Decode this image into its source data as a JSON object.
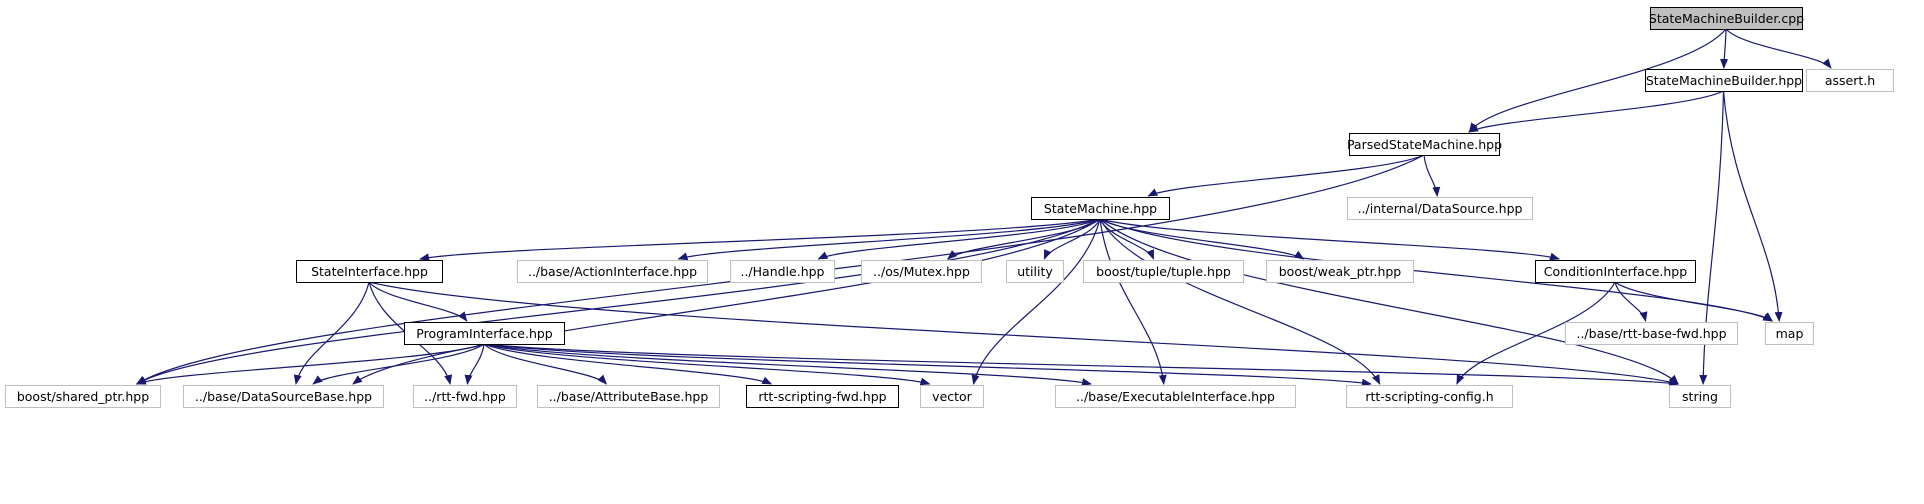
{
  "diagram": {
    "kind": "include-dependency-graph",
    "colors": {
      "edge": "#191970",
      "internal_border": "#000000",
      "external_border": "#bfbfbf",
      "root_fill": "#bfbfbf",
      "node_fill": "#ffffff"
    },
    "nodes": [
      {
        "id": "n0",
        "label": "StateMachineBuilder.cpp",
        "kind": "root"
      },
      {
        "id": "n1",
        "label": "StateMachineBuilder.hpp",
        "kind": "internal"
      },
      {
        "id": "n2",
        "label": "assert.h",
        "kind": "external"
      },
      {
        "id": "n3",
        "label": "ParsedStateMachine.hpp",
        "kind": "internal"
      },
      {
        "id": "n4",
        "label": "StateMachine.hpp",
        "kind": "internal"
      },
      {
        "id": "n5",
        "label": "../internal/DataSource.hpp",
        "kind": "external"
      },
      {
        "id": "n6",
        "label": "StateInterface.hpp",
        "kind": "internal"
      },
      {
        "id": "n7",
        "label": "../base/ActionInterface.hpp",
        "kind": "external"
      },
      {
        "id": "n8",
        "label": "../Handle.hpp",
        "kind": "external"
      },
      {
        "id": "n9",
        "label": "../os/Mutex.hpp",
        "kind": "external"
      },
      {
        "id": "n10",
        "label": "utility",
        "kind": "external"
      },
      {
        "id": "n11",
        "label": "boost/tuple/tuple.hpp",
        "kind": "external"
      },
      {
        "id": "n12",
        "label": "boost/weak_ptr.hpp",
        "kind": "external"
      },
      {
        "id": "n13",
        "label": "ConditionInterface.hpp",
        "kind": "internal"
      },
      {
        "id": "n14",
        "label": "ProgramInterface.hpp",
        "kind": "internal"
      },
      {
        "id": "n15",
        "label": "../base/rtt-base-fwd.hpp",
        "kind": "external"
      },
      {
        "id": "n16",
        "label": "map",
        "kind": "external"
      },
      {
        "id": "n17",
        "label": "boost/shared_ptr.hpp",
        "kind": "external"
      },
      {
        "id": "n18",
        "label": "../base/DataSourceBase.hpp",
        "kind": "external"
      },
      {
        "id": "n19",
        "label": "../rtt-fwd.hpp",
        "kind": "external"
      },
      {
        "id": "n20",
        "label": "../base/AttributeBase.hpp",
        "kind": "external"
      },
      {
        "id": "n21",
        "label": "rtt-scripting-fwd.hpp",
        "kind": "internal"
      },
      {
        "id": "n22",
        "label": "vector",
        "kind": "external"
      },
      {
        "id": "n23",
        "label": "../base/ExecutableInterface.hpp",
        "kind": "external"
      },
      {
        "id": "n24",
        "label": "rtt-scripting-config.h",
        "kind": "external"
      },
      {
        "id": "n25",
        "label": "string",
        "kind": "external"
      }
    ],
    "edges": [
      {
        "from": "n0",
        "to": "n3"
      },
      {
        "from": "n0",
        "to": "n1"
      },
      {
        "from": "n0",
        "to": "n2"
      },
      {
        "from": "n1",
        "to": "n3"
      },
      {
        "from": "n1",
        "to": "n16"
      },
      {
        "from": "n1",
        "to": "n25"
      },
      {
        "from": "n3",
        "to": "n4"
      },
      {
        "from": "n3",
        "to": "n5"
      },
      {
        "from": "n3",
        "to": "n17"
      },
      {
        "from": "n4",
        "to": "n6"
      },
      {
        "from": "n4",
        "to": "n7"
      },
      {
        "from": "n4",
        "to": "n8"
      },
      {
        "from": "n4",
        "to": "n9"
      },
      {
        "from": "n4",
        "to": "n10"
      },
      {
        "from": "n4",
        "to": "n11"
      },
      {
        "from": "n4",
        "to": "n12"
      },
      {
        "from": "n4",
        "to": "n13"
      },
      {
        "from": "n4",
        "to": "n17"
      },
      {
        "from": "n4",
        "to": "n18"
      },
      {
        "from": "n4",
        "to": "n22"
      },
      {
        "from": "n4",
        "to": "n23"
      },
      {
        "from": "n4",
        "to": "n24"
      },
      {
        "from": "n4",
        "to": "n16"
      },
      {
        "from": "n4",
        "to": "n25"
      },
      {
        "from": "n6",
        "to": "n14"
      },
      {
        "from": "n6",
        "to": "n18"
      },
      {
        "from": "n6",
        "to": "n19"
      },
      {
        "from": "n6",
        "to": "n25"
      },
      {
        "from": "n13",
        "to": "n15"
      },
      {
        "from": "n13",
        "to": "n16"
      },
      {
        "from": "n13",
        "to": "n24"
      },
      {
        "from": "n14",
        "to": "n17"
      },
      {
        "from": "n14",
        "to": "n18"
      },
      {
        "from": "n14",
        "to": "n19"
      },
      {
        "from": "n14",
        "to": "n20"
      },
      {
        "from": "n14",
        "to": "n21"
      },
      {
        "from": "n14",
        "to": "n22"
      },
      {
        "from": "n14",
        "to": "n23"
      },
      {
        "from": "n14",
        "to": "n24"
      },
      {
        "from": "n14",
        "to": "n25"
      }
    ]
  }
}
